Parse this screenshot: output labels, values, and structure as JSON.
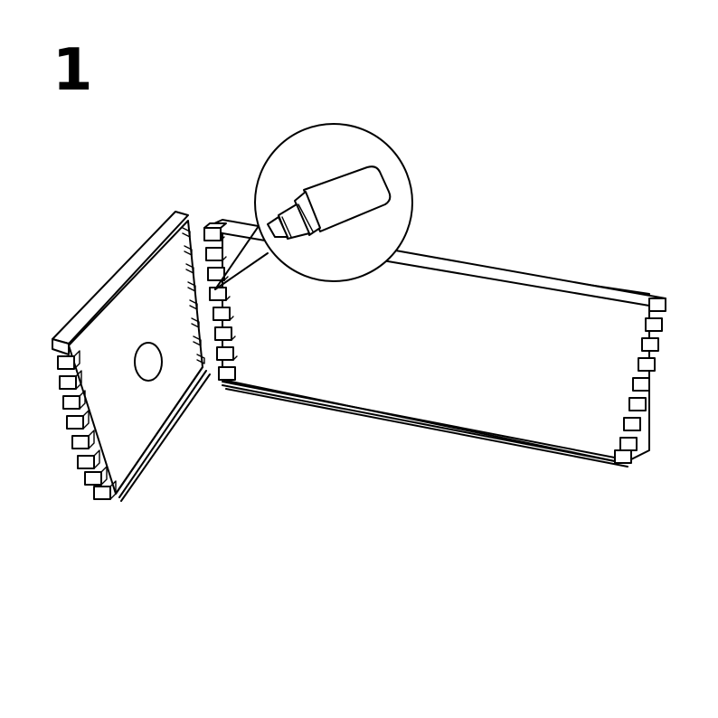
{
  "step": {
    "number": "1"
  },
  "colors": {
    "stroke": "#000000",
    "background": "#ffffff"
  },
  "illustration": {
    "parts": [
      "side-panel",
      "back-panel",
      "glue-bottle-detail"
    ],
    "icon": "glue-bottle-icon"
  }
}
